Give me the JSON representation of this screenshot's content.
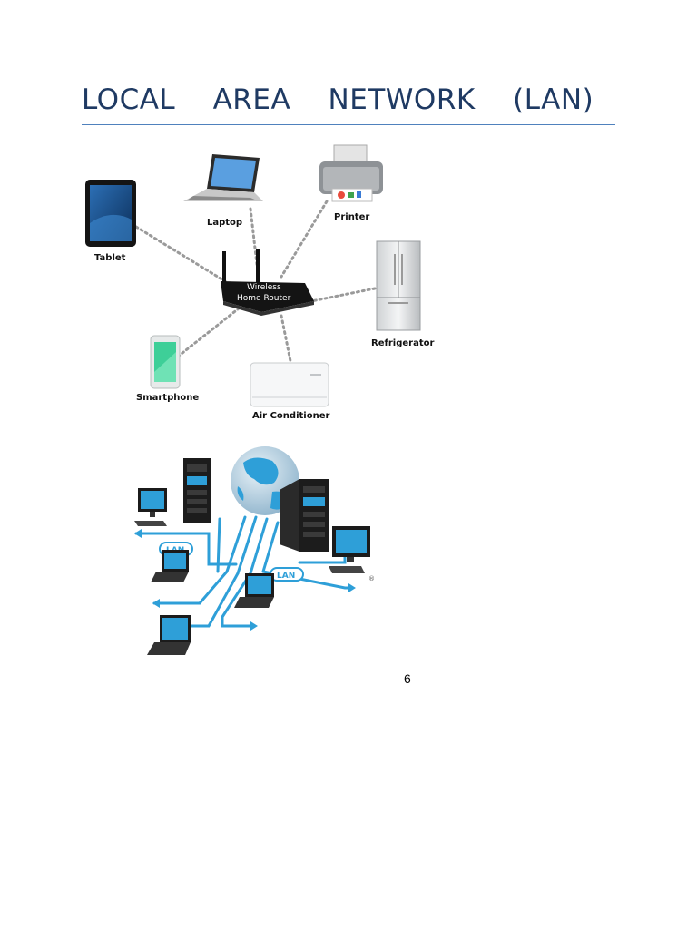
{
  "document": {
    "title": "LOCAL    AREA    NETWORK    (LAN)",
    "page_number": "6"
  },
  "figure1": {
    "hub_label_line1": "Wireless",
    "hub_label_line2": "Home Router",
    "devices": {
      "tablet": "Tablet",
      "laptop": "Laptop",
      "printer": "Printer",
      "refrigerator": "Refrigerator",
      "smartphone": "Smartphone",
      "air_conditioner": "Air Conditioner"
    }
  },
  "figure2": {
    "lan_badge_left": "LAN",
    "lan_badge_right": "LAN",
    "copyright_mark": "®"
  },
  "colors": {
    "title": "#1f3a63",
    "rule": "#4f81bd",
    "link_dots": "#9a9a9a",
    "network_blue": "#2e9fd8"
  }
}
